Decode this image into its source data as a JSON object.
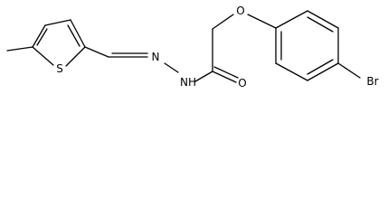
{
  "structure": {
    "atom_labels": {
      "sulfur": "S",
      "hydrazone_n": "N",
      "amide_nh": "NH",
      "carbonyl_o": "O",
      "ether_o": "O",
      "bromine": "Br"
    }
  }
}
